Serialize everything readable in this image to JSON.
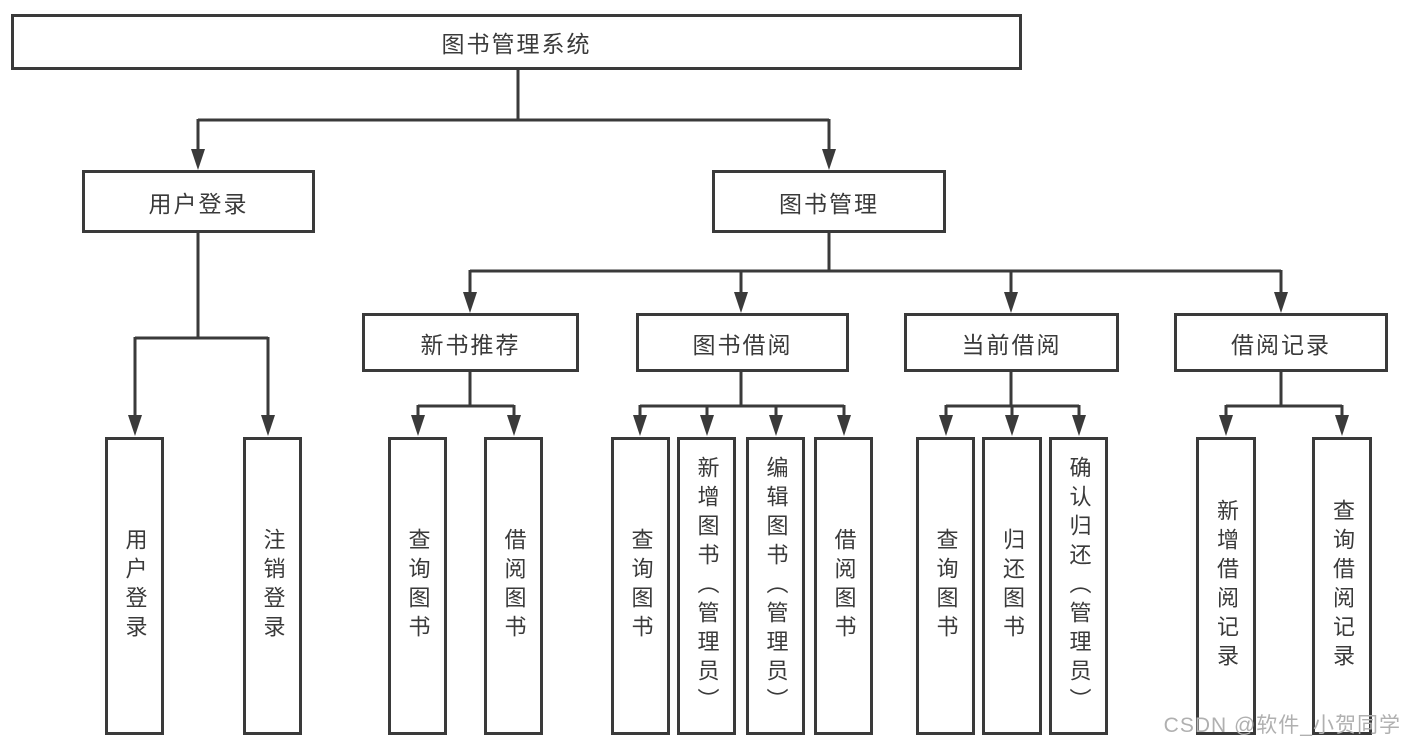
{
  "diagram": {
    "root": {
      "label": "图书管理系统"
    },
    "level2": [
      {
        "label": "用户登录"
      },
      {
        "label": "图书管理"
      }
    ],
    "level3": [
      {
        "label": "新书推荐"
      },
      {
        "label": "图书借阅"
      },
      {
        "label": "当前借阅"
      },
      {
        "label": "借阅记录"
      }
    ],
    "level4": [
      {
        "label": "用户登录",
        "parent": "用户登录"
      },
      {
        "label": "注销登录",
        "parent": "用户登录"
      },
      {
        "label": "查询图书",
        "parent": "新书推荐"
      },
      {
        "label": "借阅图书",
        "parent": "新书推荐"
      },
      {
        "label": "查询图书",
        "parent": "图书借阅"
      },
      {
        "label": "新增图书（管理员）",
        "parent": "图书借阅"
      },
      {
        "label": "编辑图书（管理员）",
        "parent": "图书借阅"
      },
      {
        "label": "借阅图书",
        "parent": "图书借阅"
      },
      {
        "label": "查询图书",
        "parent": "当前借阅"
      },
      {
        "label": "归还图书",
        "parent": "当前借阅"
      },
      {
        "label": "确认归还（管理员）",
        "parent": "当前借阅"
      },
      {
        "label": "新增借阅记录",
        "parent": "借阅记录"
      },
      {
        "label": "查询借阅记录",
        "parent": "借阅记录"
      }
    ]
  },
  "watermark": "CSDN @软件_小贺同学",
  "colors": {
    "line": "#3a3a3a",
    "box_border": "#3a3a3a",
    "text": "#3a3a3a",
    "background": "#ffffff",
    "watermark": "#b0b0b0"
  }
}
